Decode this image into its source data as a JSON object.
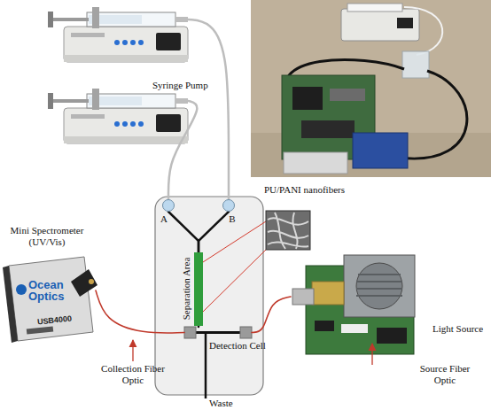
{
  "diagram": {
    "nodes": [
      {
        "text": [
          "Syringe Pump"
        ]
      },
      {
        "text": [
          "A"
        ]
      },
      {
        "text": [
          "B"
        ]
      },
      {
        "text": [
          "Separation Area"
        ]
      },
      {
        "text": [
          "Mini Spectrometer (UV/Vis)",
          "Ocean Optics",
          "USB4000"
        ]
      },
      {
        "text": [
          "Detection Cell"
        ]
      },
      {
        "text": [
          "Light Source"
        ]
      }
    ],
    "edges": [
      {
        "from": 0,
        "to": 2,
        "arrow": "none"
      },
      {
        "from": 0,
        "to": 1,
        "arrow": "none"
      },
      {
        "from": 1,
        "to": 3,
        "arrow": "none"
      },
      {
        "from": 2,
        "to": 3,
        "arrow": "none"
      },
      {
        "from": 3,
        "to": 5,
        "arrow": "none"
      },
      {
        "from": 5,
        "to": 4,
        "arrow": "none"
      },
      {
        "from": 6,
        "to": 5,
        "arrow": "none"
      }
    ],
    "labels": [
      "PU/PANI nanofibers",
      "Waste",
      "Collection Fiber Optic",
      "Source Fiber Optic"
    ]
  }
}
